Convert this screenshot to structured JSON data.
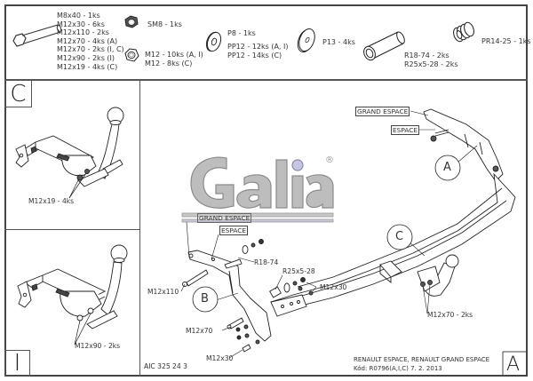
{
  "parts": {
    "bolts": [
      "M8x40 - 1ks",
      "M12x30 - 6ks",
      "M12x110 - 2ks",
      "M12x70 - 4ks (A)",
      "M12x70 - 2ks (I, C)",
      "M12x90 - 2ks (I)",
      "M12x19 - 4ks (C)"
    ],
    "self_lock_nut": "SM8 - 1ks",
    "nuts": [
      "M12 - 10ks (A, I)",
      "M12 - 8ks (C)"
    ],
    "washers": [
      "P8 - 1ks",
      "PP12 - 12ks (A, I)",
      "PP12 - 14ks (C)"
    ],
    "large_washer": "P13 - 4ks",
    "spacers": [
      "R18-74 - 2ks",
      "R25x5-28 - 2ks"
    ],
    "spring": "PR14-25 - 1ks"
  },
  "variant_c": {
    "letter": "C",
    "callout": "M12x19 - 4ks"
  },
  "variant_i": {
    "letter": "I",
    "callout": "M12x90 - 2ks"
  },
  "main": {
    "logo_text": "Galia",
    "logo_mark": "®",
    "labels": {
      "grand_espace_top": "GRAND ESPACE",
      "espace_top": "ESPACE",
      "grand_espace_left": "GRAND ESPACE",
      "espace_left": "ESPACE",
      "r18": "R18-74",
      "r25": "R25x5-28",
      "m12x30_right": "M12x30",
      "m12x110": "M12x110",
      "m12x70": "M12x70",
      "m12x30_bottom": "M12x30",
      "m12x70_2ks": "M12x70 - 2ks"
    },
    "balloons": {
      "a": "A",
      "b": "B",
      "c": "C"
    },
    "drawing_number": "AIC 325 24 3",
    "title_line1": "RENAULT ESPACE, RENAULT GRAND ESPACE",
    "title_line2": "Kód: R0796(A,I,C)  7. 2. 2013",
    "sheet_letter": "A"
  },
  "colors": {
    "line": "#444444",
    "logo_fill": "#bdbdbd",
    "logo_dot": "#b8b8d8"
  }
}
